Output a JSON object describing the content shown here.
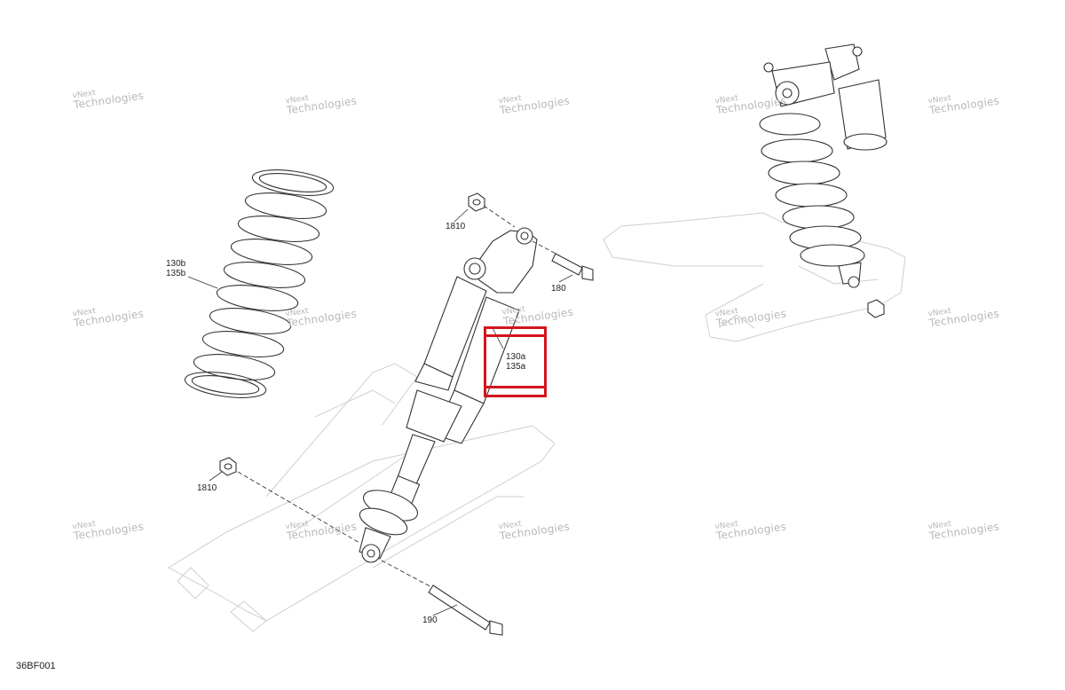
{
  "callouts": {
    "nut_top": "1810",
    "bolt_top": "180",
    "spring_primary": "130b",
    "spring_secondary": "135b",
    "shock_primary": "130a",
    "shock_secondary": "135a",
    "nut_bottom": "1810",
    "bolt_bottom": "190"
  },
  "figure_code": "36BF001",
  "watermark": {
    "line1": "vNext",
    "line2": "Technologies",
    "line_full": "vNext Technologies"
  },
  "highlight_color": "#d4141c"
}
